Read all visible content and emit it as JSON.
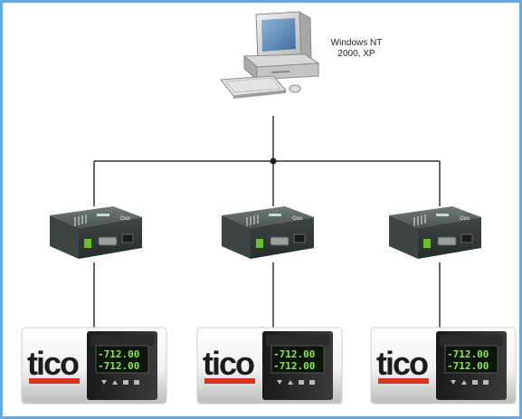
{
  "computer": {
    "os_line1": "Windows NT",
    "os_line2": "2000, XP"
  },
  "controllers": [
    {
      "brand": "tico",
      "display_top": "-712.00",
      "display_bottom": "-712.00"
    },
    {
      "brand": "tico",
      "display_top": "-712.00",
      "display_bottom": "-712.00"
    },
    {
      "brand": "tico",
      "display_top": "-712.00",
      "display_bottom": "-712.00"
    }
  ],
  "colors": {
    "frame_border": "#6aa9dd",
    "line": "#333333",
    "converter_body": "#4f5b56",
    "tico_red": "#e0301e",
    "lcd_green": "#8fe05a"
  },
  "icons": {
    "computer": "desktop-computer-icon",
    "converter": "serial-converter-icon",
    "controller": "panel-controller-icon"
  }
}
